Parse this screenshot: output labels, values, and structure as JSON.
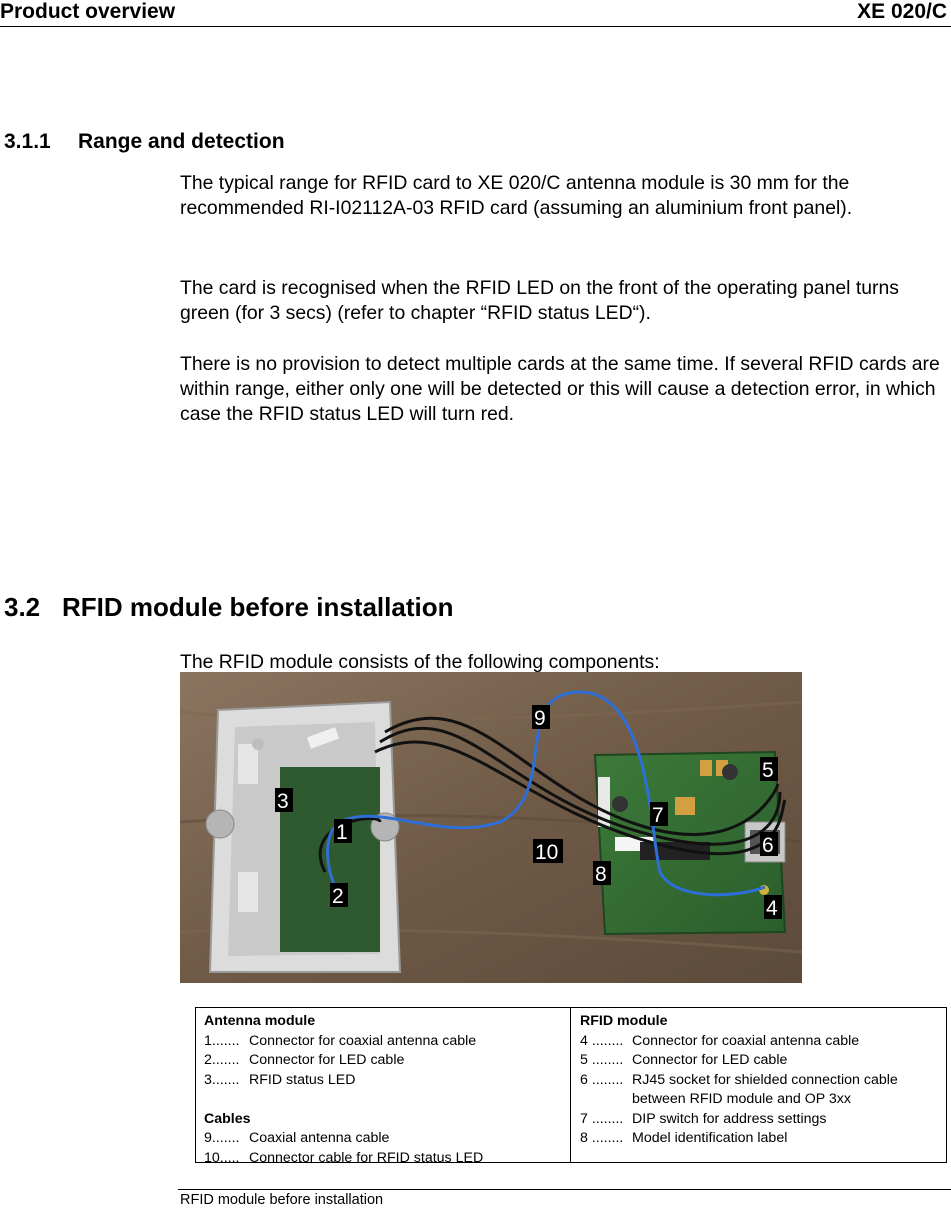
{
  "header": {
    "left": "Product overview",
    "right": "XE 020/C"
  },
  "section_311": {
    "number": "3.1.1",
    "title": "Range and detection",
    "paragraphs": [
      "The typical range for RFID card to XE 020/C antenna module is 30 mm for the recommended RI-I02112A-03 RFID card (assuming an aluminium front panel).",
      "The card is recognised when the RFID LED on the front of the operating panel turns green (for 3 secs) (refer to chapter “RFID status LED“).",
      "There is no provision to detect multiple cards at the same time. If several RFID cards are within range, either only one will be detected or this will cause a detection error, in which case the RFID status LED will turn red."
    ]
  },
  "section_32": {
    "number": "3.2",
    "title": "RFID module before installation",
    "intro": "The RFID module consists of the following components:"
  },
  "photo": {
    "callouts": [
      "1",
      "2",
      "3",
      "4",
      "5",
      "6",
      "7",
      "8",
      "9",
      "10"
    ]
  },
  "legend": {
    "antenna": {
      "heading": "Antenna module",
      "items": [
        {
          "num": "1.......",
          "text": "Connector for coaxial antenna cable"
        },
        {
          "num": "2.......",
          "text": "Connector for LED cable"
        },
        {
          "num": "3.......",
          "text": "RFID status LED"
        }
      ]
    },
    "cables": {
      "heading": "Cables",
      "items": [
        {
          "num": "9.......",
          "text": "Coaxial antenna cable"
        },
        {
          "num": "10.....",
          "text": "Connector cable for RFID status LED"
        }
      ]
    },
    "rfid": {
      "heading": "RFID module",
      "items": [
        {
          "num": "4 ........",
          "text": "Connector for coaxial antenna cable"
        },
        {
          "num": "5 ........",
          "text": "Connector for LED cable"
        },
        {
          "num": "6 ........",
          "text": "RJ45 socket for shielded connection cable between RFID module and OP 3xx"
        },
        {
          "num": "7 ........",
          "text": "DIP switch for address settings"
        },
        {
          "num": "8 ........",
          "text": "Model identification label"
        }
      ]
    }
  },
  "caption": "RFID module before installation"
}
